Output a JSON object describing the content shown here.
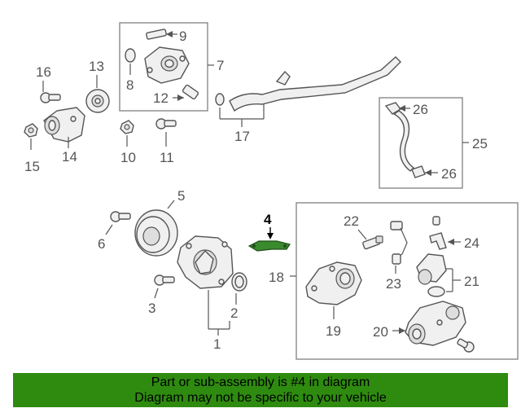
{
  "callouts": {
    "c1": "1",
    "c2": "2",
    "c3": "3",
    "c4": "4",
    "c5": "5",
    "c6": "6",
    "c7": "7",
    "c8": "8",
    "c9": "9",
    "c10": "10",
    "c11": "11",
    "c12": "12",
    "c13": "13",
    "c14": "14",
    "c15": "15",
    "c16": "16",
    "c17": "17",
    "c18": "18",
    "c19": "19",
    "c20": "20",
    "c21": "21",
    "c22": "22",
    "c23": "23",
    "c24": "24",
    "c25": "25",
    "c26a": "26",
    "c26b": "26"
  },
  "highlight": {
    "part": "4",
    "color": "#3a8a2e"
  },
  "banner": {
    "line1": "Part or sub-assembly is #4 in diagram",
    "line2": "Diagram may not be specific to your vehicle",
    "color": "#2e8b0f"
  }
}
